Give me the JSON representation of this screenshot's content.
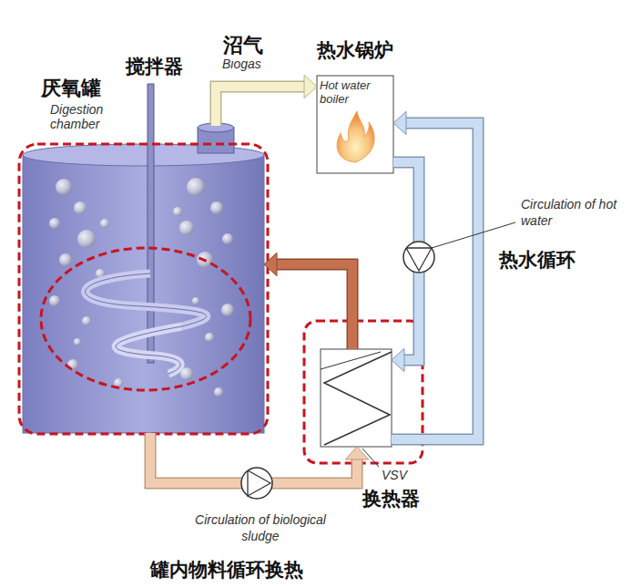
{
  "diagram": {
    "nodes": [
      {
        "text": [
          "厌氧罐",
          "Digestion chamber"
        ]
      },
      {
        "text": [
          "热水锅炉",
          "Hot water boiler"
        ]
      },
      {
        "text": [
          "VSV",
          "换热器"
        ]
      }
    ],
    "edges": [
      {
        "from": 0,
        "to": 1,
        "arrow": "to",
        "label": "沼气"
      },
      {
        "from": 2,
        "to": 0,
        "arrow": "to"
      },
      {
        "from": 0,
        "to": 2,
        "arrow": "to"
      },
      {
        "from": 1,
        "to": 2,
        "arrow": "to"
      },
      {
        "from": 2,
        "to": 1,
        "arrow": "to"
      }
    ],
    "labels": [
      "搅拌器",
      "Biogas",
      "Circulation of hot water",
      "热水循环",
      "Circulation of biological sludge",
      "罐内物料循环换热"
    ]
  }
}
